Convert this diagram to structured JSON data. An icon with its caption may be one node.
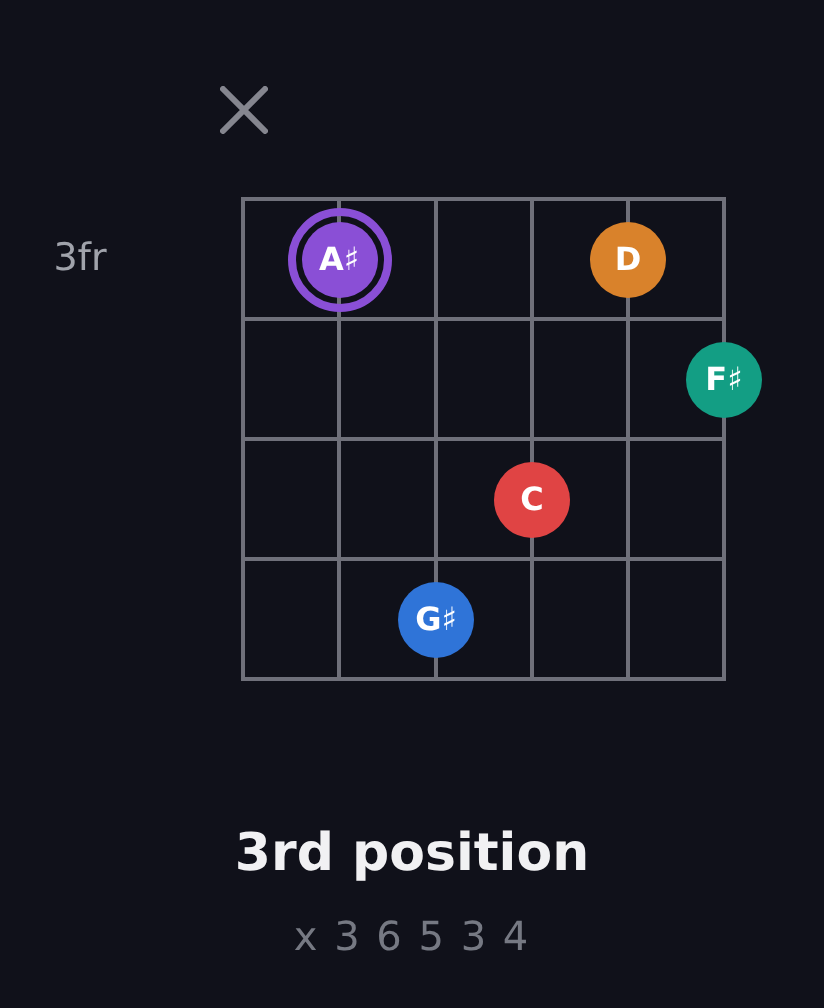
{
  "diagram": {
    "nodes": [
      {
        "text": [
          "A♯"
        ]
      },
      {
        "text": [
          "D"
        ]
      },
      {
        "text": [
          "F♯"
        ]
      },
      {
        "text": [
          "C"
        ]
      },
      {
        "text": [
          "G♯"
        ]
      }
    ],
    "labels": [
      "3fr",
      "3rd position",
      "x 3 6 5 3 4"
    ]
  }
}
